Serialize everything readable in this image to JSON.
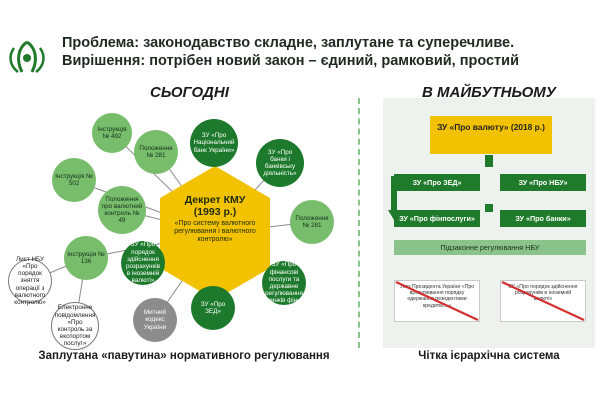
{
  "header": {
    "line1": "Проблема: законодавство складне, заплутане та суперечливе.",
    "line2": "Вирішення: потрібен новий закон – єдиний, рамковий, простий"
  },
  "left": {
    "heading": "СЬОГОДНІ",
    "caption": "Заплутана «павутина» нормативного регулювання",
    "center": {
      "title": "Декрет КМУ (1993 р.)",
      "subtitle": "«Про системy валютного регулювання і валютного контролю»"
    },
    "nodes": {
      "n1": "Інструкція № 492",
      "n2": "Положення № 281",
      "n3": "ЗУ «Про Національний банк України»",
      "n4": "Інструкція № 502",
      "n5": "Положення про валютний контроль № 49",
      "n6": "ЗУ «Про банки і банківську діяльність»",
      "n7": "Положення № 281",
      "n8": "Інструкція № 136",
      "n9": "ЗУ «Про порядок здійснення розрахунків в іноземній валюті»",
      "n10": "ЗУ «Про фінансові послуги та державне регулювання ринків фін»",
      "n11": "ЗУ «Про ЗЕД»",
      "n12": "Митний кодекс України",
      "n13": "Лист НБУ «Про порядок зняття операції з валютного контролю»",
      "n14": "Електронне повідомлення «Про контроль за експортом послуг»"
    }
  },
  "right": {
    "heading": "В МАЙБУТНЬОМУ",
    "caption": "Чітка ієрархічна система",
    "top_law": "ЗУ «Про валюту» (2018 р.)",
    "laws": [
      "ЗУ «Про ЗЕД»",
      "ЗУ «Про НБУ»",
      "ЗУ «Про фінпослуги»",
      "ЗУ «Про банки»"
    ],
    "nbu": "Підзаконне регулювання НБУ",
    "crossed": [
      "Указ Президента України «Про врегулювання порядку одержання резидентами кредитів…»",
      "ЗУ «Про порядок здійснення розрахунків в іноземній валюті»"
    ]
  },
  "colors": {
    "dark_green": "#1f7a2b",
    "light_green": "#78bd6c",
    "yellow": "#f2c200",
    "red": "#d32f2f"
  }
}
